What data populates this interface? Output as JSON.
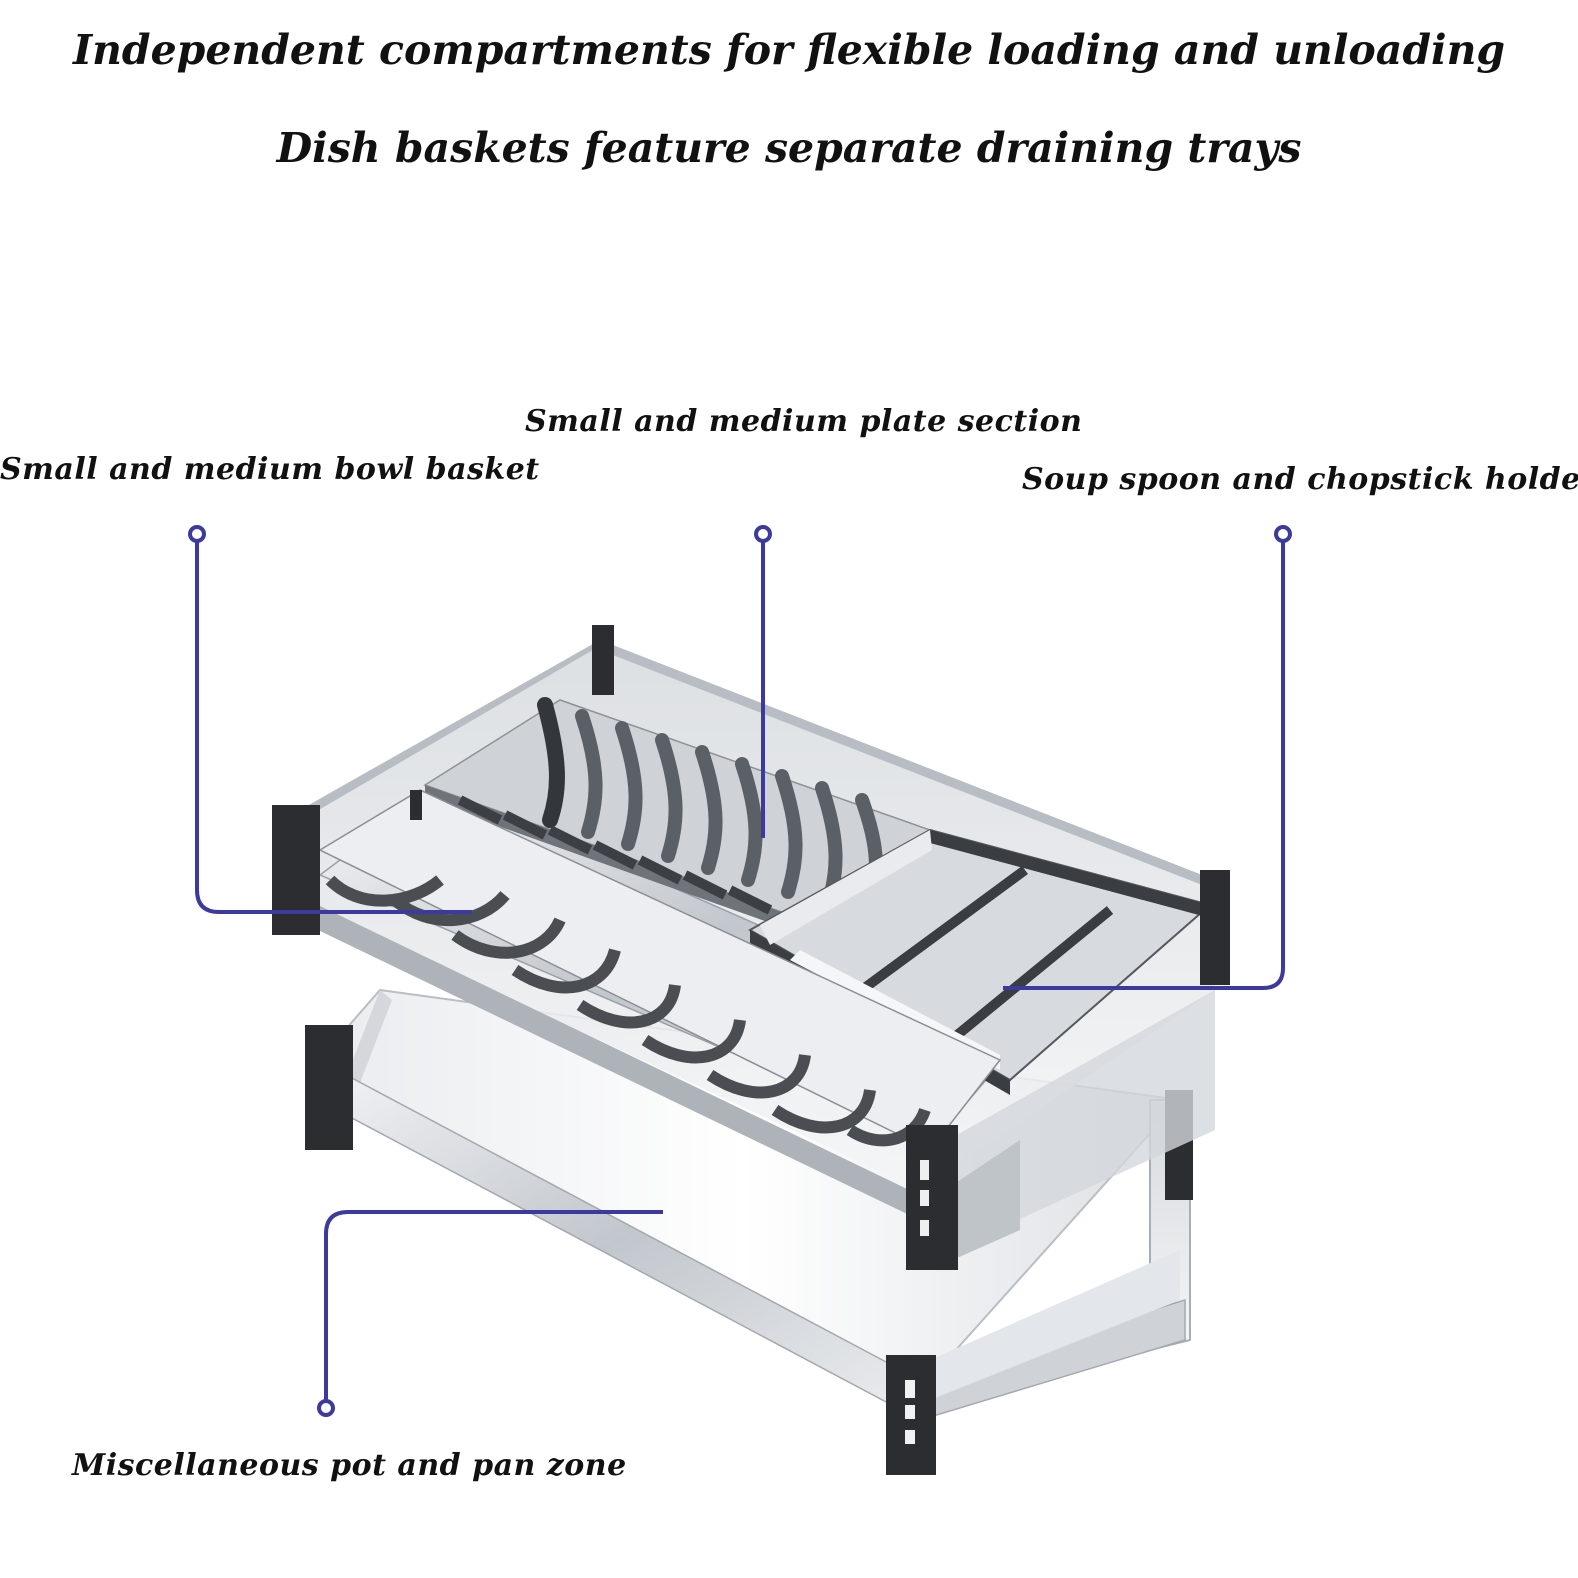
{
  "headings": {
    "line1": "Independent compartments for flexible loading and unloading",
    "line2": "Dish baskets feature separate draining trays"
  },
  "callouts": {
    "bowl_basket": "Small and medium bowl basket",
    "plate_section": "Small and medium plate section",
    "spoon_holder": "Soup spoon and chopstick holder",
    "pot_zone": "Miscellaneous pot and pan zone"
  },
  "colors": {
    "leader_line": "#3c3a9c",
    "frame_dark": "#2b2d31",
    "steel": "#c9cdd2",
    "glass": "#dfe3e7"
  }
}
